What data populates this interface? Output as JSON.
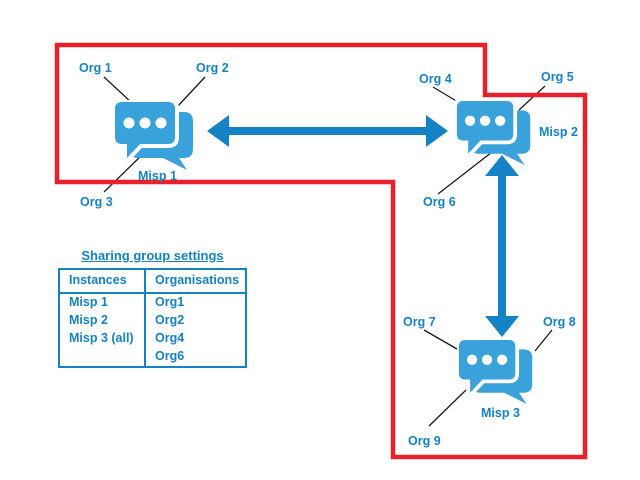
{
  "diagram": {
    "misp_instances": [
      {
        "label": "Misp 1"
      },
      {
        "label": "Misp 2"
      },
      {
        "label": "Misp 3"
      }
    ],
    "org_labels": [
      {
        "label": "Org 1"
      },
      {
        "label": "Org 2"
      },
      {
        "label": "Org 3"
      },
      {
        "label": "Org 4"
      },
      {
        "label": "Org 5"
      },
      {
        "label": "Org 6"
      },
      {
        "label": "Org 7"
      },
      {
        "label": "Org 8"
      },
      {
        "label": "Org 9"
      }
    ]
  },
  "sharing_group": {
    "title": "Sharing group settings",
    "headers": [
      "Instances",
      "Organisations"
    ],
    "rows": [
      [
        "Misp 1",
        "Org1"
      ],
      [
        "Misp 2",
        "Org2"
      ],
      [
        "Misp 3 (all)",
        "Org4"
      ],
      [
        "",
        "Org6"
      ]
    ]
  },
  "colors": {
    "boundary_red": "#e8202e",
    "icon_blue": "#3aa2db",
    "accent_blue": "#1482c4"
  }
}
